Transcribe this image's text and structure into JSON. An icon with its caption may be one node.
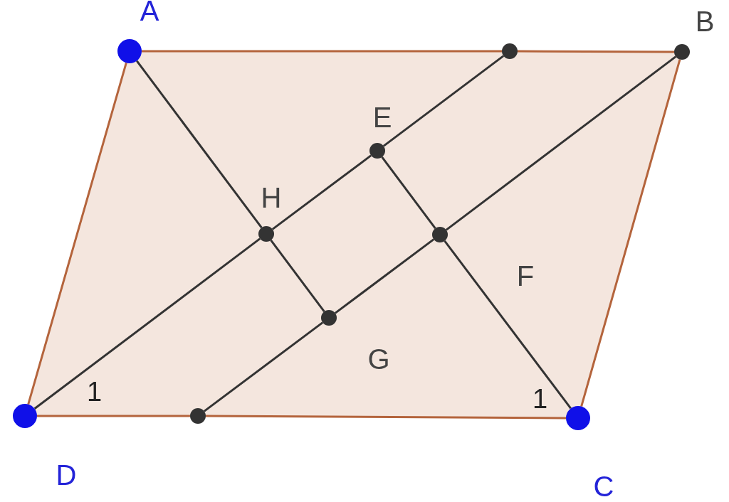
{
  "diagram": {
    "nodes": [
      {
        "text": [
          "A"
        ]
      },
      {
        "text": [
          "B"
        ]
      },
      {
        "text": [
          "C"
        ]
      },
      {
        "text": [
          "D"
        ]
      },
      {
        "text": [
          "E"
        ]
      },
      {
        "text": [
          "F"
        ]
      },
      {
        "text": [
          "G"
        ]
      },
      {
        "text": [
          "H"
        ]
      },
      {
        "text": [],
        "shape": "circle"
      },
      {
        "text": [],
        "shape": "circle"
      }
    ],
    "edges": [
      {
        "from": 0,
        "to": 8,
        "arrow": "none",
        "color": "#b4643c"
      },
      {
        "from": 8,
        "to": 1,
        "arrow": "none",
        "color": "#b4643c"
      },
      {
        "from": 1,
        "to": 2,
        "arrow": "none",
        "color": "#b4643c"
      },
      {
        "from": 2,
        "to": 9,
        "arrow": "none",
        "color": "#b4643c"
      },
      {
        "from": 9,
        "to": 3,
        "arrow": "none",
        "color": "#b4643c"
      },
      {
        "from": 3,
        "to": 0,
        "arrow": "none",
        "color": "#b4643c"
      },
      {
        "from": 0,
        "to": 7,
        "arrow": "none"
      },
      {
        "from": 7,
        "to": 6,
        "arrow": "none"
      },
      {
        "from": 3,
        "to": 7,
        "arrow": "none"
      },
      {
        "from": 7,
        "to": 4,
        "arrow": "none"
      },
      {
        "from": 4,
        "to": 8,
        "arrow": "none"
      },
      {
        "from": 4,
        "to": 5,
        "arrow": "none"
      },
      {
        "from": 5,
        "to": 2,
        "arrow": "none"
      },
      {
        "from": 9,
        "to": 6,
        "arrow": "none"
      },
      {
        "from": 6,
        "to": 5,
        "arrow": "none"
      },
      {
        "from": 5,
        "to": 1,
        "arrow": "none"
      }
    ],
    "labels": [
      "1",
      "1"
    ]
  }
}
